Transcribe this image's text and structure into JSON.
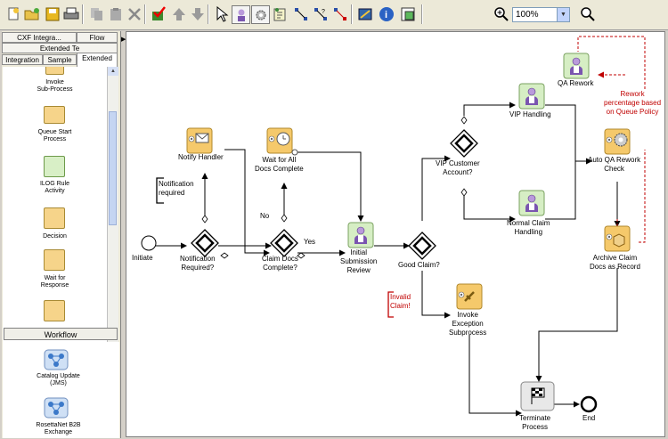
{
  "toolbar": {
    "buttons": [
      "new",
      "open",
      "save",
      "print",
      "copy",
      "paste",
      "delete",
      "validate",
      "move-up",
      "move-down",
      "select",
      "activity",
      "automatic-activity",
      "document",
      "connector",
      "conditional-connector",
      "exception-connector",
      "properties",
      "info",
      "manager",
      "zoom-in",
      "zoom-out"
    ],
    "zoom_value": "100%"
  },
  "palette": {
    "tabs_row1": [
      "CXF Integra...",
      "Flow"
    ],
    "tabs_row2": [
      "Extended Te"
    ],
    "tabs_row3": [
      "Integration",
      "Sample",
      "Extended"
    ],
    "items": [
      {
        "label1": "Invoke",
        "label2": "Sub-Process",
        "icon": "invoke-subprocess-icon"
      },
      {
        "label1": "Queue Start",
        "label2": "Process",
        "icon": "queue-start-icon"
      },
      {
        "label1": "ILOG Rule",
        "label2": "Activity",
        "icon": "ilog-rule-icon"
      },
      {
        "label1": "Decision",
        "label2": "",
        "icon": "decision-icon"
      },
      {
        "label1": "Wait for",
        "label2": "Response",
        "icon": "wait-response-icon"
      }
    ],
    "workflow_label": "Workflow",
    "workflow_items": [
      {
        "label1": "Catalog Update",
        "label2": "(JMS)"
      },
      {
        "label1": "RosettaNet B2B",
        "label2": "Exchange"
      }
    ]
  },
  "diagram": {
    "nodes": {
      "initiate": "Initiate",
      "notification_required": [
        "Notification",
        "Required?"
      ],
      "notify_handler": "Notify Handler",
      "notification_required_note": [
        "Notification",
        "required"
      ],
      "claim_docs_complete": [
        "Claim Docs",
        "Complete?"
      ],
      "wait_docs": [
        "Wait for All",
        "Docs Complete"
      ],
      "no": "No",
      "yes": "Yes",
      "initial_review": [
        "Initial",
        "Submission",
        "Review"
      ],
      "good_claim": "Good Claim?",
      "invalid_claim": [
        "Invalid",
        "Claim!"
      ],
      "invoke_exception": [
        "Invoke",
        "Exception",
        "Subprocess"
      ],
      "vip_account": [
        "VIP Customer",
        "Account?"
      ],
      "vip_handling": "VIP Handling",
      "normal_handling": [
        "Normal Claim",
        "Handling"
      ],
      "qa_rework": "QA Rework",
      "rework_note": [
        "Rework",
        "percentage based",
        "on Queue Policy"
      ],
      "auto_qa": [
        "Auto QA Rework",
        "Check"
      ],
      "archive": [
        "Archive Claim",
        "Docs as Record"
      ],
      "terminate": [
        "Terminate",
        "Process"
      ],
      "end": "End"
    },
    "colors": {
      "activity_fill": "#f5c96b",
      "human_fill": "#d6eec4",
      "note_red": "#c00000",
      "line": "#000000"
    }
  }
}
